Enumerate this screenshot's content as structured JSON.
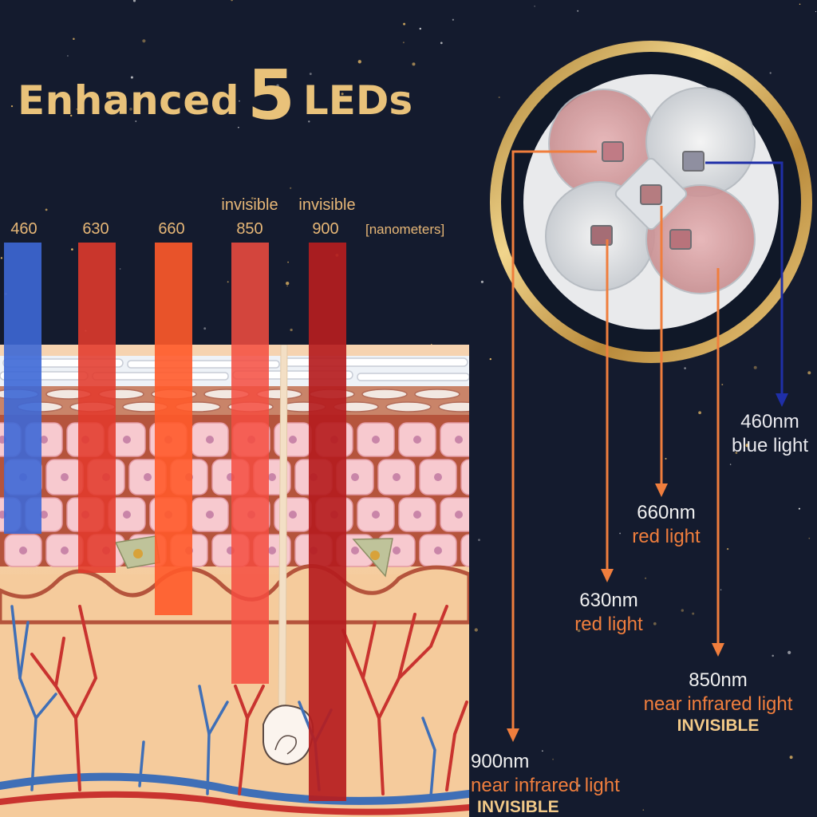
{
  "title": {
    "prefix": "Enhanced",
    "number": "5",
    "suffix": "LEDs"
  },
  "wavelength_bars": {
    "unit_label": "[nanometers]",
    "items": [
      {
        "value": "460",
        "note": "",
        "color": "#3d68d6"
      },
      {
        "value": "630",
        "note": "",
        "color": "#e23a2c"
      },
      {
        "value": "660",
        "note": "",
        "color": "#ff5a2a"
      },
      {
        "value": "850",
        "note": "invisible",
        "color": "#f44c40"
      },
      {
        "value": "900",
        "note": "invisible",
        "color": "#b51d1f"
      }
    ]
  },
  "led_labels": [
    {
      "wavelength": "460nm",
      "name": "blue light",
      "extra": ""
    },
    {
      "wavelength": "660nm",
      "name": "red light",
      "extra": ""
    },
    {
      "wavelength": "630nm",
      "name": "red light",
      "extra": ""
    },
    {
      "wavelength": "850nm",
      "name": "near infrared light",
      "extra": "INVISIBLE"
    },
    {
      "wavelength": "900nm",
      "name": "near infrared light",
      "extra": "INVISIBLE"
    }
  ],
  "colors": {
    "background": "#141b2e",
    "gold": "#e9c27a",
    "orange_arrow": "#f07e3d",
    "blue_arrow": "#1f2fa8"
  }
}
